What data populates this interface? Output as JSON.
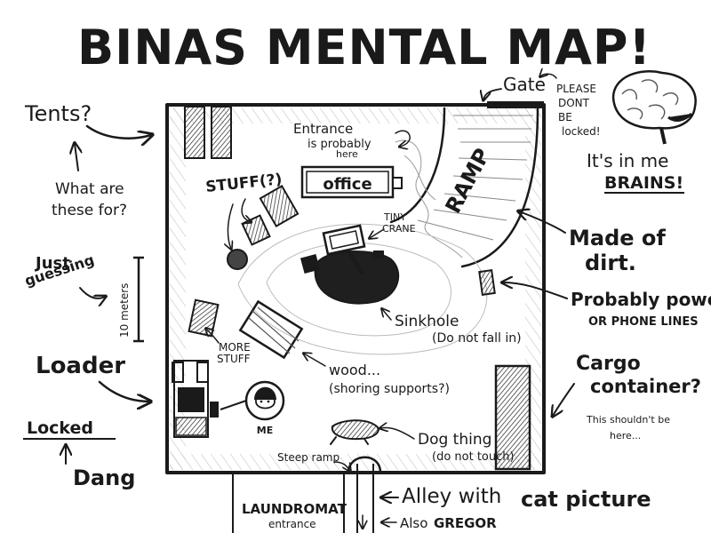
{
  "title": "BINAS MENTAL MAP!",
  "labels": {
    "tents": "Tents?",
    "what_are": "What are",
    "these_for": "these for?",
    "just": "Just",
    "guessing": "guessing",
    "ten_meters": "10 meters",
    "loader": "Loader",
    "locked": "Locked",
    "dang": "Dang",
    "gate": "Gate",
    "please": "PLEASE",
    "dont": "DONT",
    "be": "BE",
    "locked_gate": "locked!",
    "its_in_me": "It's in me",
    "brains": "BRAINS!",
    "made_of": "Made of",
    "dirt": "dirt.",
    "probably_power": "Probably power",
    "or_phone_lines": "OR PHONE LINES",
    "cargo": "Cargo",
    "container": "container?",
    "shouldnt_1": "This shouldn't be",
    "shouldnt_2": "here...",
    "entrance_1": "Entrance",
    "entrance_2": "is probably",
    "entrance_3": "here",
    "office": "office",
    "stuff": "STUFF(?)",
    "tiny": "TINY",
    "crane": "CRANE",
    "ramp": "RAMP",
    "sinkhole": "Sinkhole",
    "do_not_fall": "(Do not fall in)",
    "more": "MORE",
    "more_stuff": "STUFF",
    "wood": "wood...",
    "shoring": "(shoring supports?)",
    "me": "ME",
    "dog_thing": "Dog thing",
    "do_not_touch": "(do not touch)",
    "steep_ramp": "Steep ramp",
    "laundromat": "LAUNDROMAT",
    "laundromat_entrance": "entrance",
    "alley_with": "Alley with",
    "cat_picture": "cat picture",
    "also": "Also",
    "gregor": "GREGOR"
  }
}
